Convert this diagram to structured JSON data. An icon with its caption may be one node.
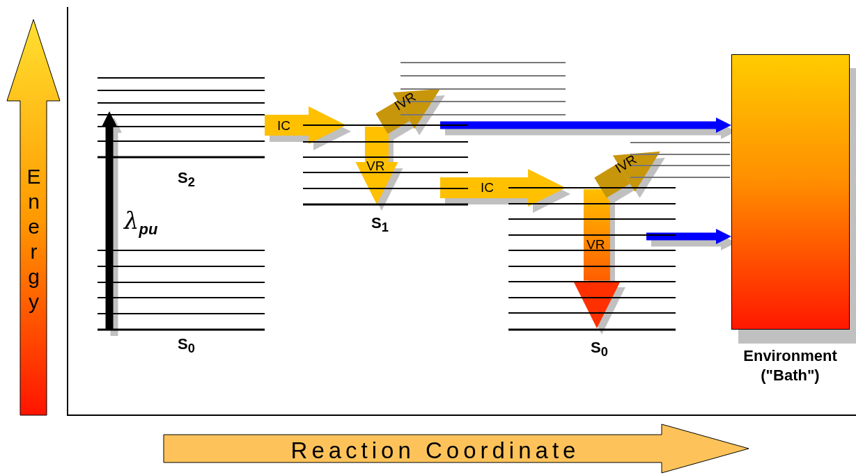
{
  "diagram": {
    "nodes": [
      {
        "text": [
          "S$_{0}$"
        ]
      },
      {
        "text": [
          "S$_{2}$"
        ]
      },
      {
        "text": [
          "S$_{1}$"
        ]
      },
      {
        "text": [
          "S$_{0}$"
        ]
      },
      {
        "text": [
          "Environment (\"Bath\")"
        ]
      },
      {
        "text": [],
        "shape": "lines"
      },
      {
        "text": [],
        "shape": "lines"
      }
    ],
    "edges": [
      {
        "from": 0,
        "to": 1,
        "arrow": "to",
        "label": "λ$_{pu}$",
        "color": "#000000"
      },
      {
        "from": 1,
        "to": 2,
        "arrow": "to",
        "label": "IC"
      },
      {
        "from": 2,
        "to": 2,
        "arrow": "to",
        "label": "VR"
      },
      {
        "from": 2,
        "to": 5,
        "arrow": "to",
        "label": "IVR",
        "color": "#c8960a"
      },
      {
        "from": 2,
        "to": 4,
        "arrow": "to",
        "color": "#0000ff"
      },
      {
        "from": 2,
        "to": 3,
        "arrow": "to",
        "label": "IC"
      },
      {
        "from": 3,
        "to": 3,
        "arrow": "to",
        "label": "VR"
      },
      {
        "from": 3,
        "to": 6,
        "arrow": "to",
        "label": "IVR",
        "color": "#c8960a"
      },
      {
        "from": 3,
        "to": 4,
        "arrow": "to",
        "color": "#0000ff"
      }
    ],
    "labels": [
      "Energy",
      "Reaction Coordinate"
    ]
  }
}
